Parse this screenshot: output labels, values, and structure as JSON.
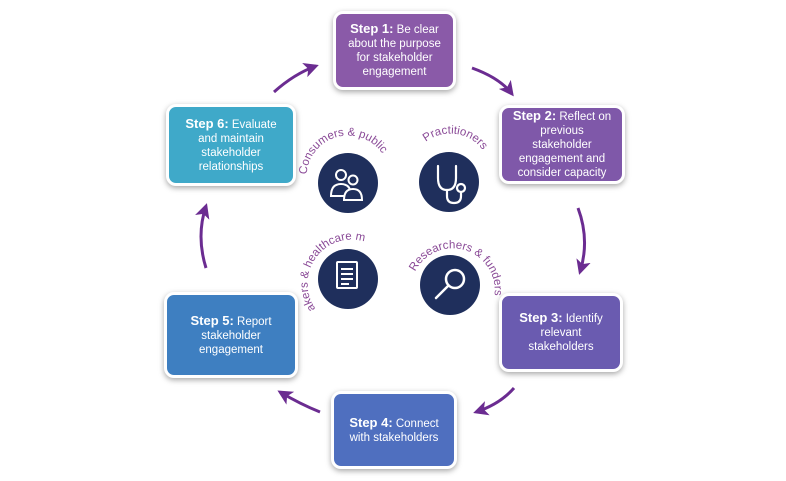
{
  "steps": [
    {
      "bold": "Step 1:",
      "text": " Be clear about the purpose for stakeholder engagement"
    },
    {
      "bold": "Step 2:",
      "text": " Reflect on previous stakeholder engagement and consider capacity"
    },
    {
      "bold": "Step 3:",
      "text": " Identify relevant stakeholders"
    },
    {
      "bold": "Step 4:",
      "text": " Connect with stakeholders"
    },
    {
      "bold": "Step 5:",
      "text": " Report stakeholder engagement"
    },
    {
      "bold": "Step 6:",
      "text": " Evaluate and maintain stakeholder relationships"
    }
  ],
  "groups": {
    "consumers": "Consumers & public",
    "practitioners": "Practitioners",
    "policy": "Policy-makers & healthcare managers",
    "researchers": "Researchers & funders"
  },
  "icons": {
    "consumers": "people-icon",
    "practitioners": "stethoscope-icon",
    "policy": "document-icon",
    "researchers": "magnifier-icon"
  },
  "colors": {
    "step1": "#8a5aa8",
    "step2": "#7f58a9",
    "step3": "#6a5bb0",
    "step4": "#4f6fbf",
    "step5": "#3e7fc1",
    "step6": "#3fa9c9",
    "arrow": "#6b2c91",
    "circle": "#1f2f5c",
    "label": "#8a4a97"
  }
}
